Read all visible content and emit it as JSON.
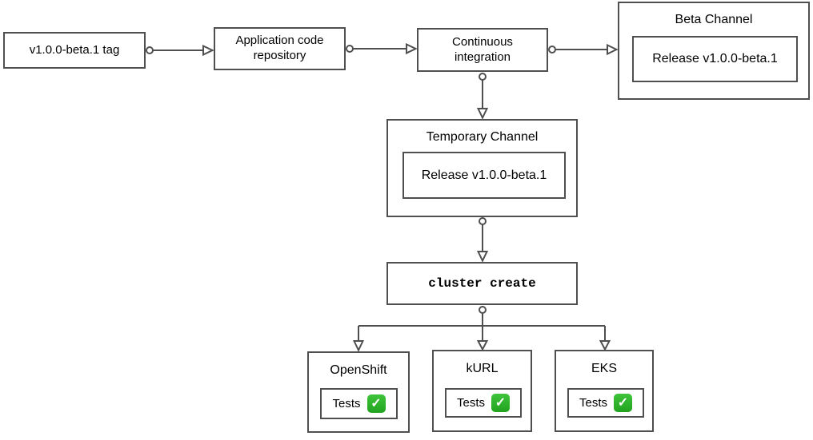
{
  "diagram": {
    "nodes": {
      "tag": {
        "label": "v1.0.0-beta.1 tag"
      },
      "repo": {
        "label": "Application code repository"
      },
      "ci": {
        "label": "Continuous integration"
      },
      "beta_channel": {
        "title": "Beta Channel",
        "release": "Release v1.0.0-beta.1"
      },
      "temporary_channel": {
        "title": "Temporary Channel",
        "release": "Release v1.0.0-beta.1"
      },
      "cluster_create": {
        "label": "cluster create"
      },
      "openshift": {
        "title": "OpenShift",
        "tests_label": "Tests",
        "tests_status": "pass"
      },
      "kurl": {
        "title": "kURL",
        "tests_label": "Tests",
        "tests_status": "pass"
      },
      "eks": {
        "title": "EKS",
        "tests_label": "Tests",
        "tests_status": "pass"
      }
    },
    "icons": {
      "check": "✓"
    },
    "colors": {
      "border": "#4f4f4f",
      "background": "#ffffff",
      "text": "#000000",
      "check_green": "#2eb82e",
      "check_mark": "#ffffff"
    }
  }
}
